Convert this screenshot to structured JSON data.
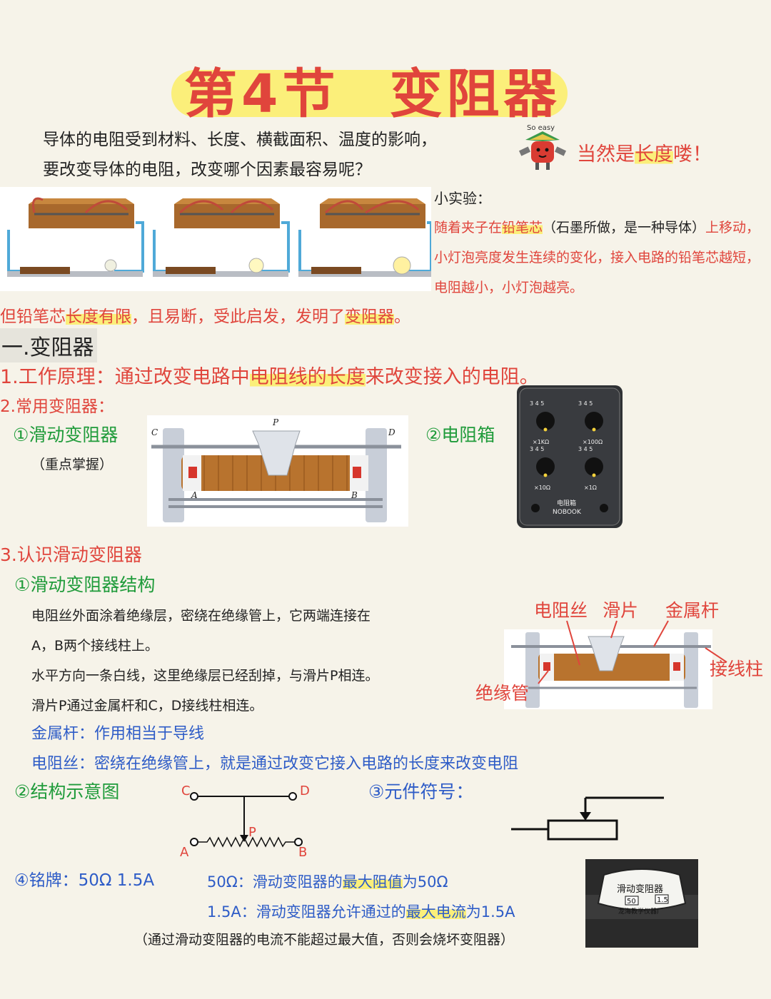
{
  "title": {
    "part1": "第4节",
    "part2": "变阻器"
  },
  "intro": {
    "line1": "导体的电阻受到材料、长度、横截面积、温度的影响，",
    "line2": "要改变导体的电阻，改变哪个因素最容易呢？"
  },
  "mascot_caption": "So easy",
  "answer": {
    "before": "当然是",
    "highlight": "长度",
    "after": "喽！"
  },
  "experiment": {
    "label": "小实验：",
    "t1": "随着夹子在",
    "t1_hl": "铅笔芯",
    "t2": "（石墨所做，是一种导体）",
    "t3": "上移动，小灯泡亮度发生连续的变化，接入电路的铅笔芯越短，电阻越小，小灯泡越亮。"
  },
  "summary": {
    "a": "但铅笔芯",
    "a_hl": "长度有限",
    "b": "，且易断，受此启发，发明了",
    "b_hl": "变阻器",
    "c": "。"
  },
  "section1": {
    "heading": "一.变阻器",
    "principle_a": "1.工作原理：通过改变电路中",
    "principle_hl": "电阻线的长度",
    "principle_b": "来改变接入的电阻。",
    "common": "2.常用变阻器：",
    "sliding": "①滑动变阻器",
    "note": "（重点掌握）",
    "box": "②电阻箱"
  },
  "rheostat_labels": {
    "p": "P",
    "c": "C",
    "d": "D",
    "a": "A",
    "b": "B"
  },
  "resistance_box": {
    "dial_labels": [
      "×1KΩ",
      "×100Ω",
      "×10Ω",
      "×1Ω"
    ],
    "name": "电阻箱",
    "brand": "NOBOOK"
  },
  "section3": {
    "heading": "3.认识滑动变阻器",
    "structure_title": "①滑动变阻器结构",
    "s1": "电阻丝外面涂着绝缘层，密绕在绝缘管上，它两端连接在",
    "s2": "A，B两个接线柱上。",
    "s3": "水平方向一条白线，这里绝缘层已经刮掉，与滑片P相连。",
    "s4": "滑片P通过金属杆和C，D接线柱相连。",
    "b1": "金属杆：作用相当于导线",
    "b2": "电阻丝：密绕在绝缘管上，就是通过改变它接入电路的长度来改变电阻"
  },
  "diagram_labels": {
    "wire": "电阻丝",
    "slider": "滑片",
    "rod": "金属杆",
    "terminal": "接线柱",
    "insulator": "绝缘管"
  },
  "schematic": {
    "title": "②结构示意图",
    "c": "C",
    "d": "D",
    "a": "A",
    "b": "B",
    "p": "P"
  },
  "symbol_title": "③元件符号：",
  "nameplate": {
    "label": "④铭牌：50Ω 1.5A",
    "l1a": "50Ω：滑动变阻器的",
    "l1hl": "最大阻值",
    "l1b": "为50Ω",
    "l2a": "1.5A：滑动变阻器允许通过的",
    "l2hl": "最大电流",
    "l2b": "为1.5A",
    "l3": "（通过滑动变阻器的电流不能超过最大值，否则会烧坏变阻器）",
    "plate_title": "滑动变阻器",
    "plate_v1": "50",
    "plate_v2": "1.5",
    "plate_maker": "龙海教学仪器厂"
  },
  "colors": {
    "red": "#e0453c",
    "blue": "#2e5cc7",
    "green": "#1f9b3a",
    "highlight": "#fbef7a"
  }
}
